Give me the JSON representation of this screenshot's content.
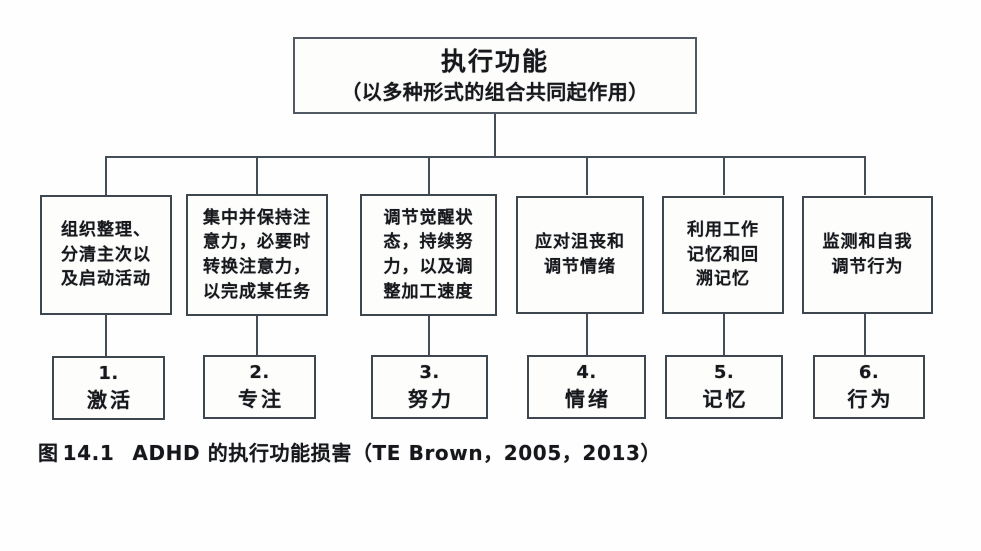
{
  "figure": {
    "root": {
      "title": "执行功能",
      "subtitle": "（以多种形式的组合共同起作用）"
    },
    "branches": [
      {
        "description": "组织整理、\n分清主次以\n及启动活动",
        "number": "1.",
        "label": "激活"
      },
      {
        "description": "集中并保持注\n意力，必要时\n转换注意力，\n以完成某任务",
        "number": "2.",
        "label": "专注"
      },
      {
        "description": "调节觉醒状\n态，持续努\n力，以及调\n整加工速度",
        "number": "3.",
        "label": "努力"
      },
      {
        "description": "应对沮丧和\n调节情绪",
        "number": "4.",
        "label": "情绪"
      },
      {
        "description": "利用工作\n记忆和回\n溯记忆",
        "number": "5.",
        "label": "记忆"
      },
      {
        "description": "监测和自我\n调节行为",
        "number": "6.",
        "label": "行为"
      }
    ],
    "caption": {
      "figure_word": "图",
      "figure_number": "14.1",
      "text": "ADHD 的执行功能损害（TE Brown，2005，2013）"
    },
    "colors": {
      "line": "#454e58",
      "box_border": "#3e4650",
      "text": "#16181c",
      "background": "#fefefe"
    }
  }
}
